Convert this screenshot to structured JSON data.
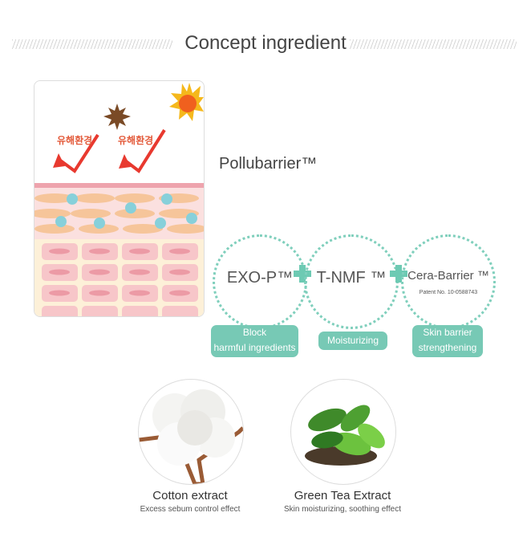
{
  "header": {
    "title": "Concept ingredient"
  },
  "illustration": {
    "harmful_label_1": "유해환경",
    "harmful_label_2": "유해환경"
  },
  "brand": {
    "name": "Pollubarrier™"
  },
  "ingredients": [
    {
      "name": "EXO-P™",
      "badge_line1": "Block",
      "badge_line2": "harmful ingredients"
    },
    {
      "name": "T-NMF ™",
      "badge_line1": "Moisturizing"
    },
    {
      "name": "Cera-Barrier ™",
      "patent": "Patent No. 10-0588743",
      "badge_line1": "Skin barrier",
      "badge_line2": "strengthening"
    }
  ],
  "extracts": [
    {
      "name": "Cotton extract",
      "effect": "Excess sebum control effect"
    },
    {
      "name": "Green Tea Extract",
      "effect": "Skin moisturizing, soothing effect"
    }
  ],
  "colors": {
    "accent": "#77c9b5",
    "arrow": "#e8392f",
    "text": "#444444"
  }
}
